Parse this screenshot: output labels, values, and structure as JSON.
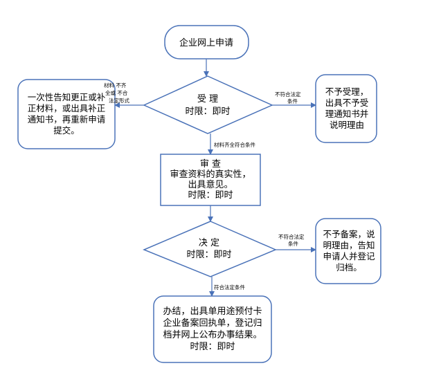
{
  "start": {
    "text": "企业网上申请"
  },
  "accept": {
    "title": "受 理",
    "time": "时限：即时"
  },
  "left_box": {
    "text": "一次性告知更正或补正材料，或出具补正通知书，再重新申请提交。"
  },
  "right_box_1": {
    "text": "不予受理，出具不予受理通知书并说明理由"
  },
  "review": {
    "lines": [
      "审 查",
      "审查资料的真实性，",
      "出具意见。",
      "时限：即时"
    ]
  },
  "decision": {
    "title": "决 定",
    "time": "时限：即时"
  },
  "right_box_2": {
    "text": "不予备案，说明理由，告知申请人并登记归档。"
  },
  "final": {
    "lines": [
      "办结，出具单用途预付卡",
      "企业备案回执单，登记归",
      "档并网上公布办事结果。",
      "时限：即时"
    ]
  },
  "edge_labels": {
    "incomplete": [
      "材料 不齐",
      "全或 不合",
      "法定形式"
    ],
    "not_qualified_1": [
      "不符合法定",
      "条件"
    ],
    "complete": "材料齐全符合条件",
    "not_qualified_2": [
      "不符合法定",
      "条件"
    ],
    "qualified": "符合法定条件"
  }
}
